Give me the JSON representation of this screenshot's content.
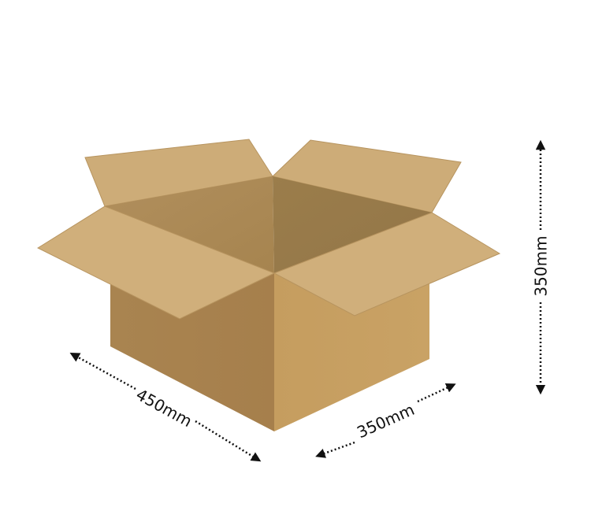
{
  "figure": {
    "subject": "open corrugated cardboard box",
    "colors": {
      "background": "#ffffff",
      "flap_light": "#cfae7a",
      "flap_edge": "#b89360",
      "inner_left": "#ab8a5a",
      "inner_right": "#9a7e4e",
      "body_left": "#a9834f",
      "body_right": "#c9a163",
      "arrow": "#111111"
    }
  },
  "dimensions": {
    "length": {
      "label": "450mm",
      "value": 450,
      "unit": "mm"
    },
    "width": {
      "label": "350mm",
      "value": 350,
      "unit": "mm"
    },
    "height": {
      "label": "350mm",
      "value": 350,
      "unit": "mm"
    }
  }
}
